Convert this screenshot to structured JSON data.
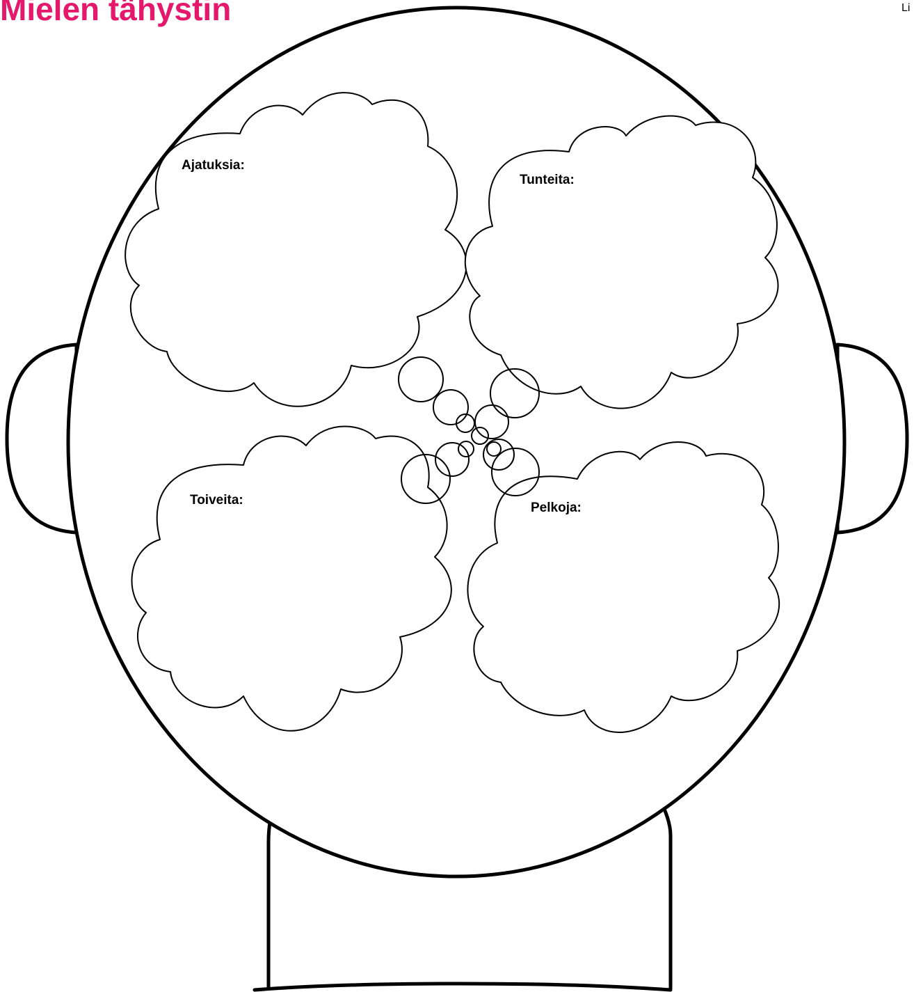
{
  "title": "Mielen tähystin",
  "corner_text": "Li",
  "colors": {
    "title": "#e5196b",
    "line": "#000000",
    "background": "#ffffff"
  },
  "clouds": {
    "thoughts": "Ajatuksia:",
    "feelings": "Tunteita:",
    "wishes": "Toiveita:",
    "fears": "Pelkoja:"
  }
}
